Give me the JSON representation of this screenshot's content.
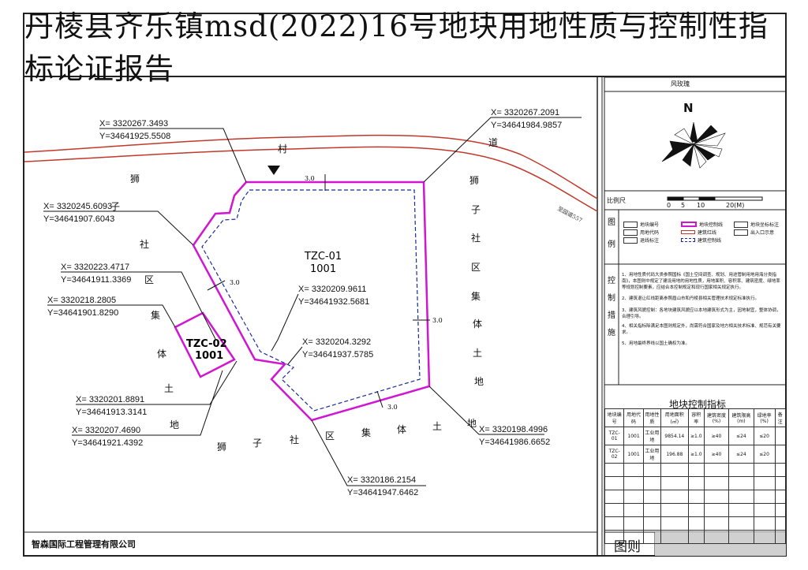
{
  "title": "丹棱县齐乐镇msd(2022)16号地块用地性质与控制性指标论证报告",
  "company": "智森国际工程管理有限公司",
  "panel": {
    "rose_title": "风玫瑰",
    "north": "N",
    "scale_label": "比例尺",
    "scale_ticks": [
      "0",
      "5",
      "10",
      "20(M)"
    ],
    "legend_label": [
      "图",
      "例"
    ],
    "legend_items": [
      "地块编号",
      "用地代码",
      "退线标注",
      "地块控制线",
      "建筑红线",
      "建筑控制线",
      "地块坐标标注",
      "出入口示意"
    ],
    "measures_label": [
      "控",
      "制",
      "措",
      "施"
    ],
    "measures": [
      "1、用地性质代码大类参照国标《国土空间调查、规划、用途管制用地用海分类指南》，本图则中规定了建设用地的用地性质，用地面积、容积率、建筑密度、绿地率等规划控制要素，应结合本控制规定和现行国家相关规定执行。",
      "2、建筑退让红线距离参照眉山市和丹棱县相关管理技术规定标准执行。",
      "3、建筑风貌控制：各地块建筑风貌应以本地建筑形式为主，因地制宜，整体协调，合理引导。",
      "4、相关指标除满足本图则规定外，尚需符合国家及地方相关技术标准、规范有关要求。",
      "5、用地最终界线以国土确权为准。"
    ],
    "table_title": "地块控制指标",
    "table_headers": [
      "地块编号",
      "用地代码",
      "用地性质",
      "用地面积(㎡)",
      "容积率",
      "建筑密度(%)",
      "建筑限高(m)",
      "绿地率(%)",
      "备注"
    ],
    "table_rows": [
      [
        "TZC-01",
        "1001",
        "工业用地",
        "9854.14",
        "≥1.0",
        "≥40",
        "≤24",
        "≤20",
        ""
      ],
      [
        "TZC-02",
        "1001",
        "工业用地",
        "196.88",
        "≥1.0",
        "≥40",
        "≤24",
        "≤20",
        ""
      ]
    ],
    "footer_label": "图则"
  },
  "map": {
    "parcel1": [
      "TZC-01",
      "1001"
    ],
    "parcel2": [
      "TZC-02",
      "1001"
    ],
    "road_label": "至园道557",
    "setbacks": [
      "3.0",
      "3.0",
      "3.0",
      "3.0"
    ],
    "coords": [
      [
        "X= 3320267.3493",
        "Y=34641925.5508"
      ],
      [
        "X= 3320267.2091",
        "Y=34641984.9857"
      ],
      [
        "X= 3320245.6093",
        "Y=34641907.6043"
      ],
      [
        "X= 3320223.4717",
        "Y=34641911.3369"
      ],
      [
        "X= 3320218.2805",
        "Y=34641901.8290"
      ],
      [
        "X= 3320209.9611",
        "Y=34641932.5681"
      ],
      [
        "X= 3320204.3292",
        "Y=34641937.5785"
      ],
      [
        "X= 3320201.8891",
        "Y=34641913.3141"
      ],
      [
        "X= 3320207.4690",
        "Y=34641921.4392"
      ],
      [
        "X= 3320198.4996",
        "Y=34641986.6652"
      ],
      [
        "X= 3320186.2154",
        "Y=34641947.6462"
      ]
    ],
    "area_chars_top": [
      "村",
      "道"
    ],
    "area_chars_left": [
      "狮",
      "子",
      "社",
      "区",
      "集",
      "体",
      "土",
      "地"
    ],
    "area_chars_right": [
      "狮",
      "子",
      "社",
      "区",
      "集",
      "体",
      "土",
      "地"
    ],
    "area_chars_bottom": [
      "狮",
      "子",
      "社",
      "区",
      "集",
      "体",
      "土",
      "地"
    ]
  }
}
